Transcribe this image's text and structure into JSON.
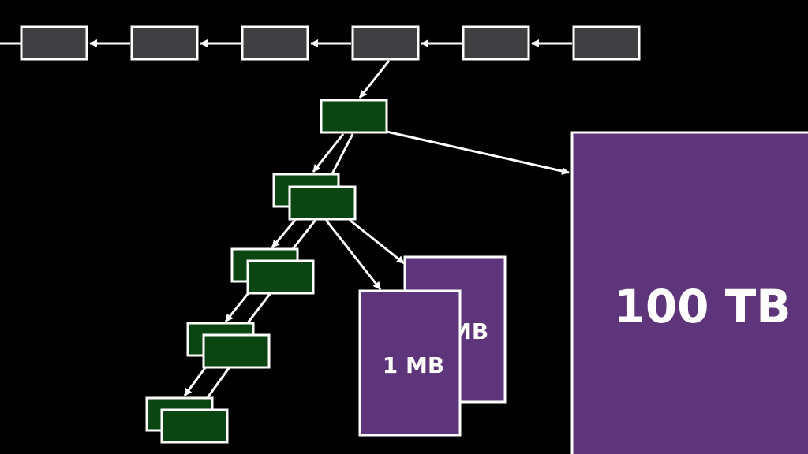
{
  "colors": {
    "background": "#000000",
    "chain_block": "#404042",
    "tree_node": "#0b4511",
    "data_block": "#5e347a",
    "stroke": "#ffffff"
  },
  "labels": {
    "small_block_back": "1 MB",
    "small_block_front": "1 MB",
    "large_block": "100 TB"
  }
}
